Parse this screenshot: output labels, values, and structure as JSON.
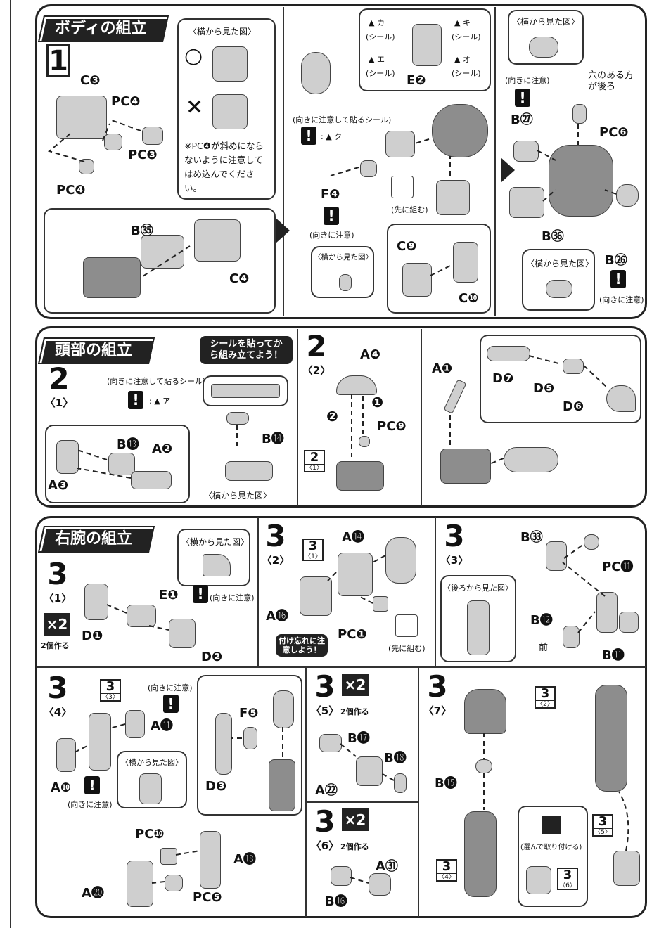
{
  "section_body": {
    "title": "ボディの組立",
    "step_number": "1",
    "side_view_label": "〈横から見た図〉",
    "ok_mark": "○",
    "ng_mark": "×",
    "ng_note": "※PC❹が斜めにならないように注意してはめ込んでください。",
    "parts": {
      "c3": "C❸",
      "pc4_a": "PC❹",
      "pc3": "PC❸",
      "pc4_b": "PC❹",
      "b35": "B㉟",
      "c4": "C❹",
      "f4": "F❹",
      "e2": "E❷",
      "c9": "C❾",
      "c10": "C❿",
      "b27": "B㉗",
      "pc6": "PC❻",
      "b36": "B㊱",
      "b26": "B㉖"
    },
    "stickers": {
      "ka": "カ",
      "ki": "キ",
      "e": "エ",
      "o": "オ",
      "ku": "ク",
      "seal": "(シール)"
    },
    "orientation_note": "(向きに注意)",
    "orientation_seal_note": "(向きに注意して貼るシール)",
    "assemble_first": "(先に組む)",
    "hole_note": "穴のある方が後ろ"
  },
  "section_head": {
    "title": "頭部の組立",
    "banner": "シールを貼ってから組み立てよう！",
    "step2_1": {
      "num": "2",
      "sub": "〈1〉"
    },
    "step2_2": {
      "num": "2",
      "sub": "〈2〉"
    },
    "orientation_seal_note": "(向きに注意して貼るシール)",
    "sticker_a": "ア",
    "side_view_label": "〈横から見た図〉",
    "parts": {
      "b14": "B⓮",
      "b13": "B⓭",
      "a2": "A❷",
      "a3": "A❸",
      "a4": "A❹",
      "pc9": "PC❾",
      "a1": "A❶",
      "d7": "D❼",
      "d5": "D❺",
      "d6": "D❻"
    },
    "ref_step": {
      "n": "2",
      "s": "〈1〉"
    },
    "order1": "❶",
    "order2": "❷"
  },
  "section_arm": {
    "title": "右腕の組立",
    "make_two": "2個作る",
    "times_two": "×2",
    "side_view_label": "〈横から見た図〉",
    "back_view_label": "〈後ろから見た図〉",
    "orientation_note": "(向きに注意)",
    "assemble_first": "(先に組む)",
    "forget_note": "付け忘れに注意しよう！",
    "front": "前",
    "choose_note": "(選んで取り付ける)",
    "steps": {
      "s3_1": {
        "num": "3",
        "sub": "〈1〉"
      },
      "s3_2": {
        "num": "3",
        "sub": "〈2〉"
      },
      "s3_3": {
        "num": "3",
        "sub": "〈3〉"
      },
      "s3_4": {
        "num": "3",
        "sub": "〈4〉"
      },
      "s3_5": {
        "num": "3",
        "sub": "〈5〉"
      },
      "s3_6": {
        "num": "3",
        "sub": "〈6〉"
      },
      "s3_7": {
        "num": "3",
        "sub": "〈7〉"
      }
    },
    "refs": {
      "r3_1": {
        "n": "3",
        "s": "〈1〉"
      },
      "r3_3": {
        "n": "3",
        "s": "〈3〉"
      },
      "r3_2": {
        "n": "3",
        "s": "〈2〉"
      },
      "r3_4": {
        "n": "3",
        "s": "〈4〉"
      },
      "r3_5": {
        "n": "3",
        "s": "〈5〉"
      },
      "r3_6": {
        "n": "3",
        "s": "〈6〉"
      }
    },
    "parts": {
      "d1": "D❶",
      "e1": "E❶",
      "d2": "D❷",
      "a14": "A⓮",
      "a16": "A⓰",
      "pc1": "PC❶",
      "b33": "B㉝",
      "pc11": "PC⓫",
      "b12": "B⓬",
      "b11": "B⓫",
      "a11": "A⓫",
      "a10": "A❿",
      "f5": "F❺",
      "d3": "D❸",
      "pc10": "PC❿",
      "a18": "A⓲",
      "a20": "A⓴",
      "pc5": "PC❺",
      "b17": "B⓱",
      "b18": "B⓲",
      "a22": "A㉒",
      "b16": "B⓰",
      "a31": "A㉛",
      "b15": "B⓯"
    }
  }
}
